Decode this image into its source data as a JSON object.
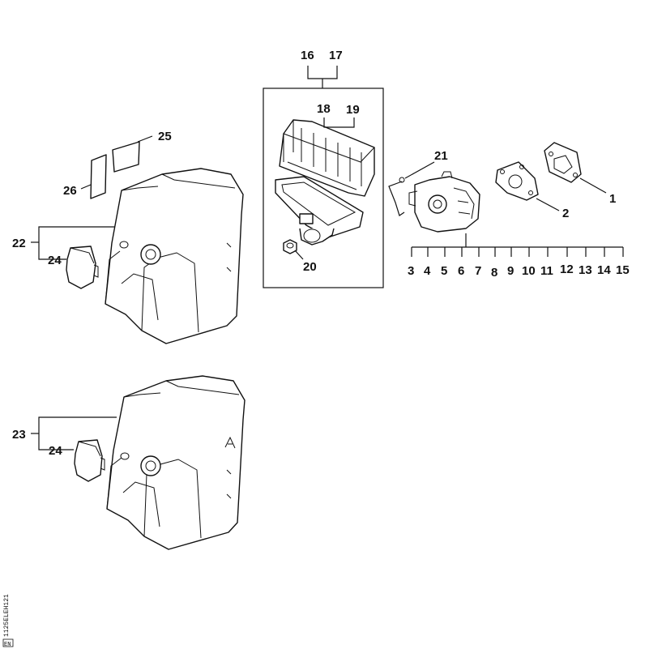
{
  "labels": {
    "p1": "1",
    "p2": "2",
    "p3": "3",
    "p4": "4",
    "p5": "5",
    "p6": "6",
    "p7": "7",
    "p8": "8",
    "p9": "9",
    "p10": "10",
    "p11": "11",
    "p12": "12",
    "p13": "13",
    "p14": "14",
    "p15": "15",
    "p16": "16",
    "p17": "17",
    "p18": "18",
    "p19": "19",
    "p20": "20",
    "p21": "21",
    "p22": "22",
    "p23": "23",
    "p24a": "24",
    "p24b": "24",
    "p25": "25",
    "p26": "26"
  },
  "footer_code": "1125ELEH121",
  "footer_tag": "EN"
}
